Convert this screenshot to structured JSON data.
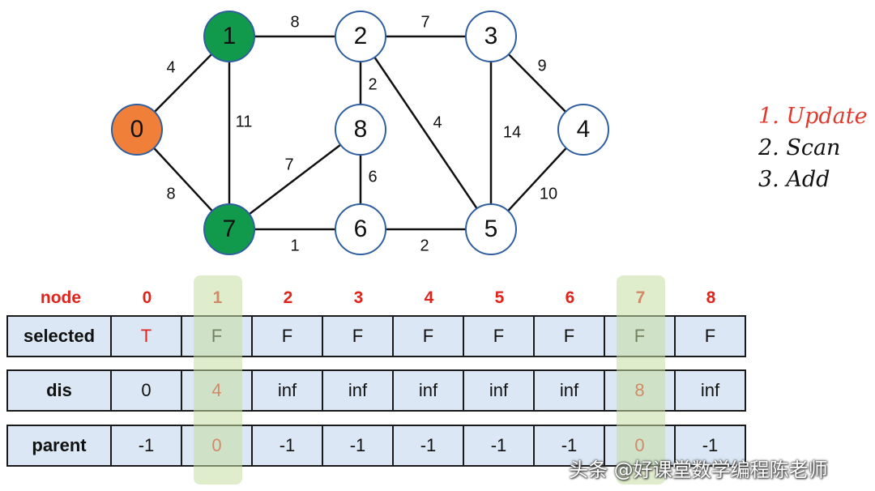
{
  "graph": {
    "nodes": [
      {
        "id": "0",
        "fill": "#f07f3a"
      },
      {
        "id": "1",
        "fill": "#129a4c"
      },
      {
        "id": "2",
        "fill": "#ffffff"
      },
      {
        "id": "3",
        "fill": "#ffffff"
      },
      {
        "id": "4",
        "fill": "#ffffff"
      },
      {
        "id": "5",
        "fill": "#ffffff"
      },
      {
        "id": "6",
        "fill": "#ffffff"
      },
      {
        "id": "7",
        "fill": "#129a4c"
      },
      {
        "id": "8",
        "fill": "#ffffff"
      }
    ],
    "edges": [
      {
        "from": "0",
        "to": "1",
        "weight": "4"
      },
      {
        "from": "0",
        "to": "7",
        "weight": "8"
      },
      {
        "from": "1",
        "to": "2",
        "weight": "8"
      },
      {
        "from": "1",
        "to": "7",
        "weight": "11"
      },
      {
        "from": "2",
        "to": "3",
        "weight": "7"
      },
      {
        "from": "2",
        "to": "8",
        "weight": "2"
      },
      {
        "from": "2",
        "to": "5",
        "weight": "4"
      },
      {
        "from": "3",
        "to": "4",
        "weight": "9"
      },
      {
        "from": "3",
        "to": "5",
        "weight": "14"
      },
      {
        "from": "4",
        "to": "5",
        "weight": "10"
      },
      {
        "from": "5",
        "to": "6",
        "weight": "2"
      },
      {
        "from": "6",
        "to": "7",
        "weight": "1"
      },
      {
        "from": "6",
        "to": "8",
        "weight": "6"
      },
      {
        "from": "7",
        "to": "8",
        "weight": "7"
      }
    ],
    "node_border_color": "#2f5f9e",
    "edge_color": "#111111"
  },
  "steps": {
    "step1": "1. Update",
    "step2": "2. Scan",
    "step3": "3. Add"
  },
  "table": {
    "header_label": "node",
    "nodes": [
      "0",
      "1",
      "2",
      "3",
      "4",
      "5",
      "6",
      "7",
      "8"
    ],
    "highlighted_nodes": [
      "1",
      "7"
    ],
    "rows": [
      {
        "label": "selected",
        "values": [
          "T",
          "F",
          "F",
          "F",
          "F",
          "F",
          "F",
          "F",
          "F"
        ],
        "red": [
          0
        ]
      },
      {
        "label": "dis",
        "values": [
          "0",
          "4",
          "inf",
          "inf",
          "inf",
          "inf",
          "inf",
          "8",
          "inf"
        ],
        "red": [
          1,
          7
        ]
      },
      {
        "label": "parent",
        "values": [
          "-1",
          "0",
          "-1",
          "-1",
          "-1",
          "-1",
          "-1",
          "0",
          "-1"
        ],
        "red": [
          1,
          7
        ]
      }
    ]
  },
  "watermark": "头条 @好课堂数学编程陈老师",
  "colors": {
    "accent_red": "#e0241b",
    "selected_green": "#129a4c",
    "start_orange": "#f07f3a",
    "cell_fill": "#dbe7f4",
    "highlight_green": "#c4dea4"
  }
}
